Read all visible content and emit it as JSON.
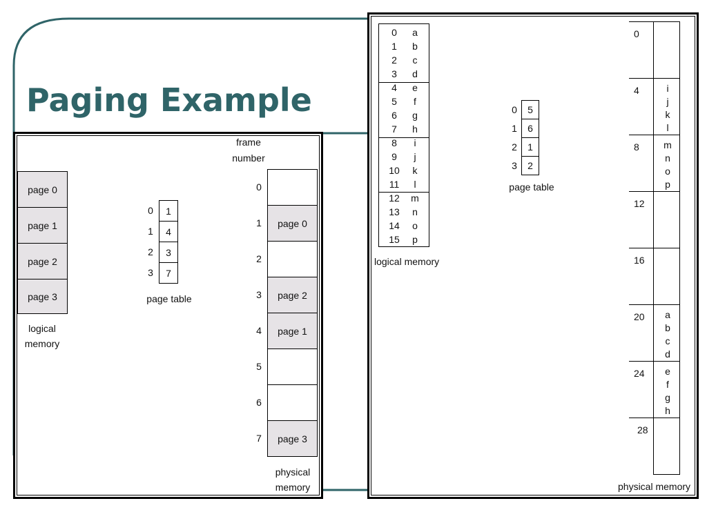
{
  "title": "Paging Example",
  "colors": {
    "title": "#2f6468",
    "frame": "#2f6468",
    "page_fill": "#e6e3e6"
  },
  "left_diagram": {
    "logical_pages": [
      "page 0",
      "page 1",
      "page 2",
      "page 3"
    ],
    "logical_label_1": "logical",
    "logical_label_2": "memory",
    "page_table": {
      "indices": [
        "0",
        "1",
        "2",
        "3"
      ],
      "values": [
        "1",
        "4",
        "3",
        "7"
      ],
      "label": "page table"
    },
    "frame_header_1": "frame",
    "frame_header_2": "number",
    "frame_numbers": [
      "0",
      "1",
      "2",
      "3",
      "4",
      "5",
      "6",
      "7"
    ],
    "frames": [
      "",
      "page 0",
      "",
      "page 2",
      "page 1",
      "",
      "",
      "page 3"
    ],
    "physical_label_1": "physical",
    "physical_label_2": "memory"
  },
  "right_diagram": {
    "logical_memory": {
      "addresses": [
        "0",
        "1",
        "2",
        "3",
        "4",
        "5",
        "6",
        "7",
        "8",
        "9",
        "10",
        "11",
        "12",
        "13",
        "14",
        "15"
      ],
      "contents": [
        "a",
        "b",
        "c",
        "d",
        "e",
        "f",
        "g",
        "h",
        "i",
        "j",
        "k",
        "l",
        "m",
        "n",
        "o",
        "p"
      ],
      "label": "logical memory"
    },
    "page_table": {
      "indices": [
        "0",
        "1",
        "2",
        "3"
      ],
      "values": [
        "5",
        "6",
        "1",
        "2"
      ],
      "label": "page table"
    },
    "physical_memory": {
      "frame_addresses": [
        "0",
        "4",
        "8",
        "12",
        "16",
        "20",
        "24",
        "28"
      ],
      "frames": [
        [
          "",
          "",
          "",
          ""
        ],
        [
          "i",
          "j",
          "k",
          "l"
        ],
        [
          "m",
          "n",
          "o",
          "p"
        ],
        [
          "",
          "",
          "",
          ""
        ],
        [
          "",
          "",
          "",
          ""
        ],
        [
          "a",
          "b",
          "c",
          "d"
        ],
        [
          "e",
          "f",
          "g",
          "h"
        ],
        [
          "",
          "",
          "",
          ""
        ]
      ],
      "label": "physical memory"
    }
  }
}
